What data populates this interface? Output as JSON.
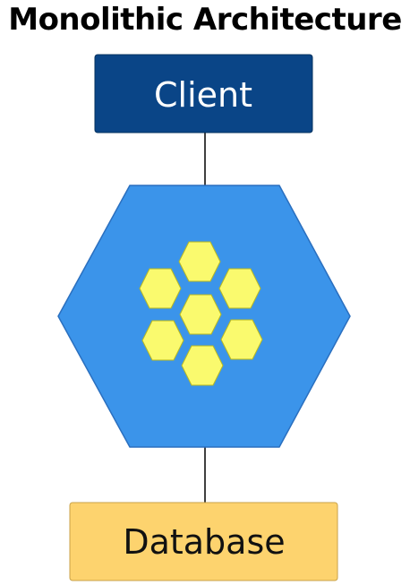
{
  "title": "Monolithic Architecture",
  "client": {
    "label": "Client",
    "fill": "#0a4587",
    "text_color": "#ffffff"
  },
  "application": {
    "fill": "#3b94ea",
    "stroke": "#2a6fbf",
    "module_fill": "#fafa6e",
    "module_stroke": "#b8b820",
    "module_count": 7
  },
  "database": {
    "label": "Database",
    "fill": "#fdd36e",
    "stroke": "#c9a24a",
    "text_color": "#111111"
  },
  "connector_color": "#000000"
}
